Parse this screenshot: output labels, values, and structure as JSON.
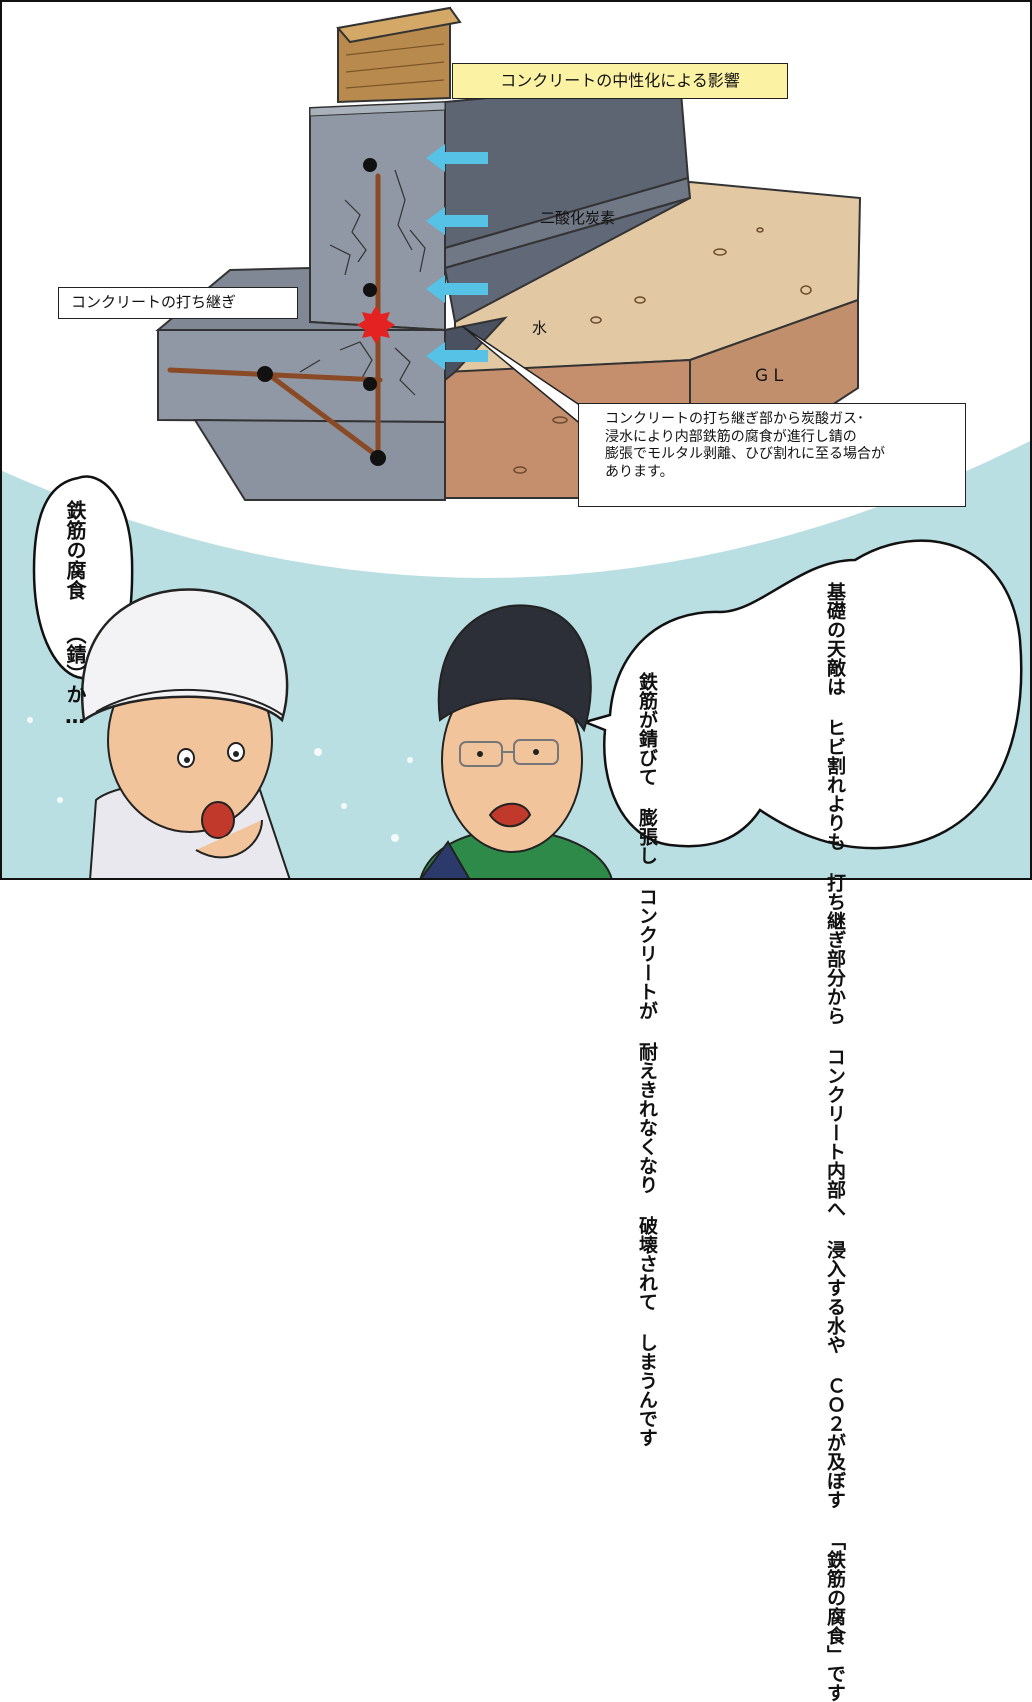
{
  "diagram": {
    "title": "コンクリートの中性化による影響",
    "co2_label": "二酸化炭素",
    "joint_label": "コンクリートの打ち継ぎ",
    "water_label": "水",
    "gl_label": "ＧＬ",
    "description": [
      "コンクリートの打ち継ぎ部から炭酸ガス･",
      "浸水により内部鉄筋の腐食が進行し錆の",
      "膨張でモルタル剥離、ひび割れに至る場合が",
      "あります。"
    ]
  },
  "speech": {
    "worker_bubble": [
      "鉄筋の腐食",
      "（錆）か…"
    ],
    "right_bubble_top": [
      "基礎の天敵は",
      "ヒビ割れよりも",
      "打ち継ぎ部分から",
      "コンクリート内部へ",
      "浸入する水や",
      "ＣＯ２が及ぼす",
      "「鉄筋の腐食」です"
    ],
    "right_bubble_bottom": [
      "鉄筋が錆びて",
      "膨張し",
      "コンクリートが",
      "耐えきれなくなり",
      "破壊されて",
      "しまうんです"
    ]
  },
  "colors": {
    "concrete": "#8f98a4",
    "concrete_dark": "#5d6472",
    "wood": "#b98a4e",
    "soil_top": "#e2c9a4",
    "soil_side": "#c58e6d",
    "title_box": "#fbf2a4",
    "arrow": "#56c2e6",
    "background_teal": "#b9dfe3",
    "rebar": "#8a4a26",
    "damage": "#e52222"
  },
  "icons": [
    "co2-arrow-icon",
    "damage-burst-icon",
    "rebar-dot-icon"
  ]
}
